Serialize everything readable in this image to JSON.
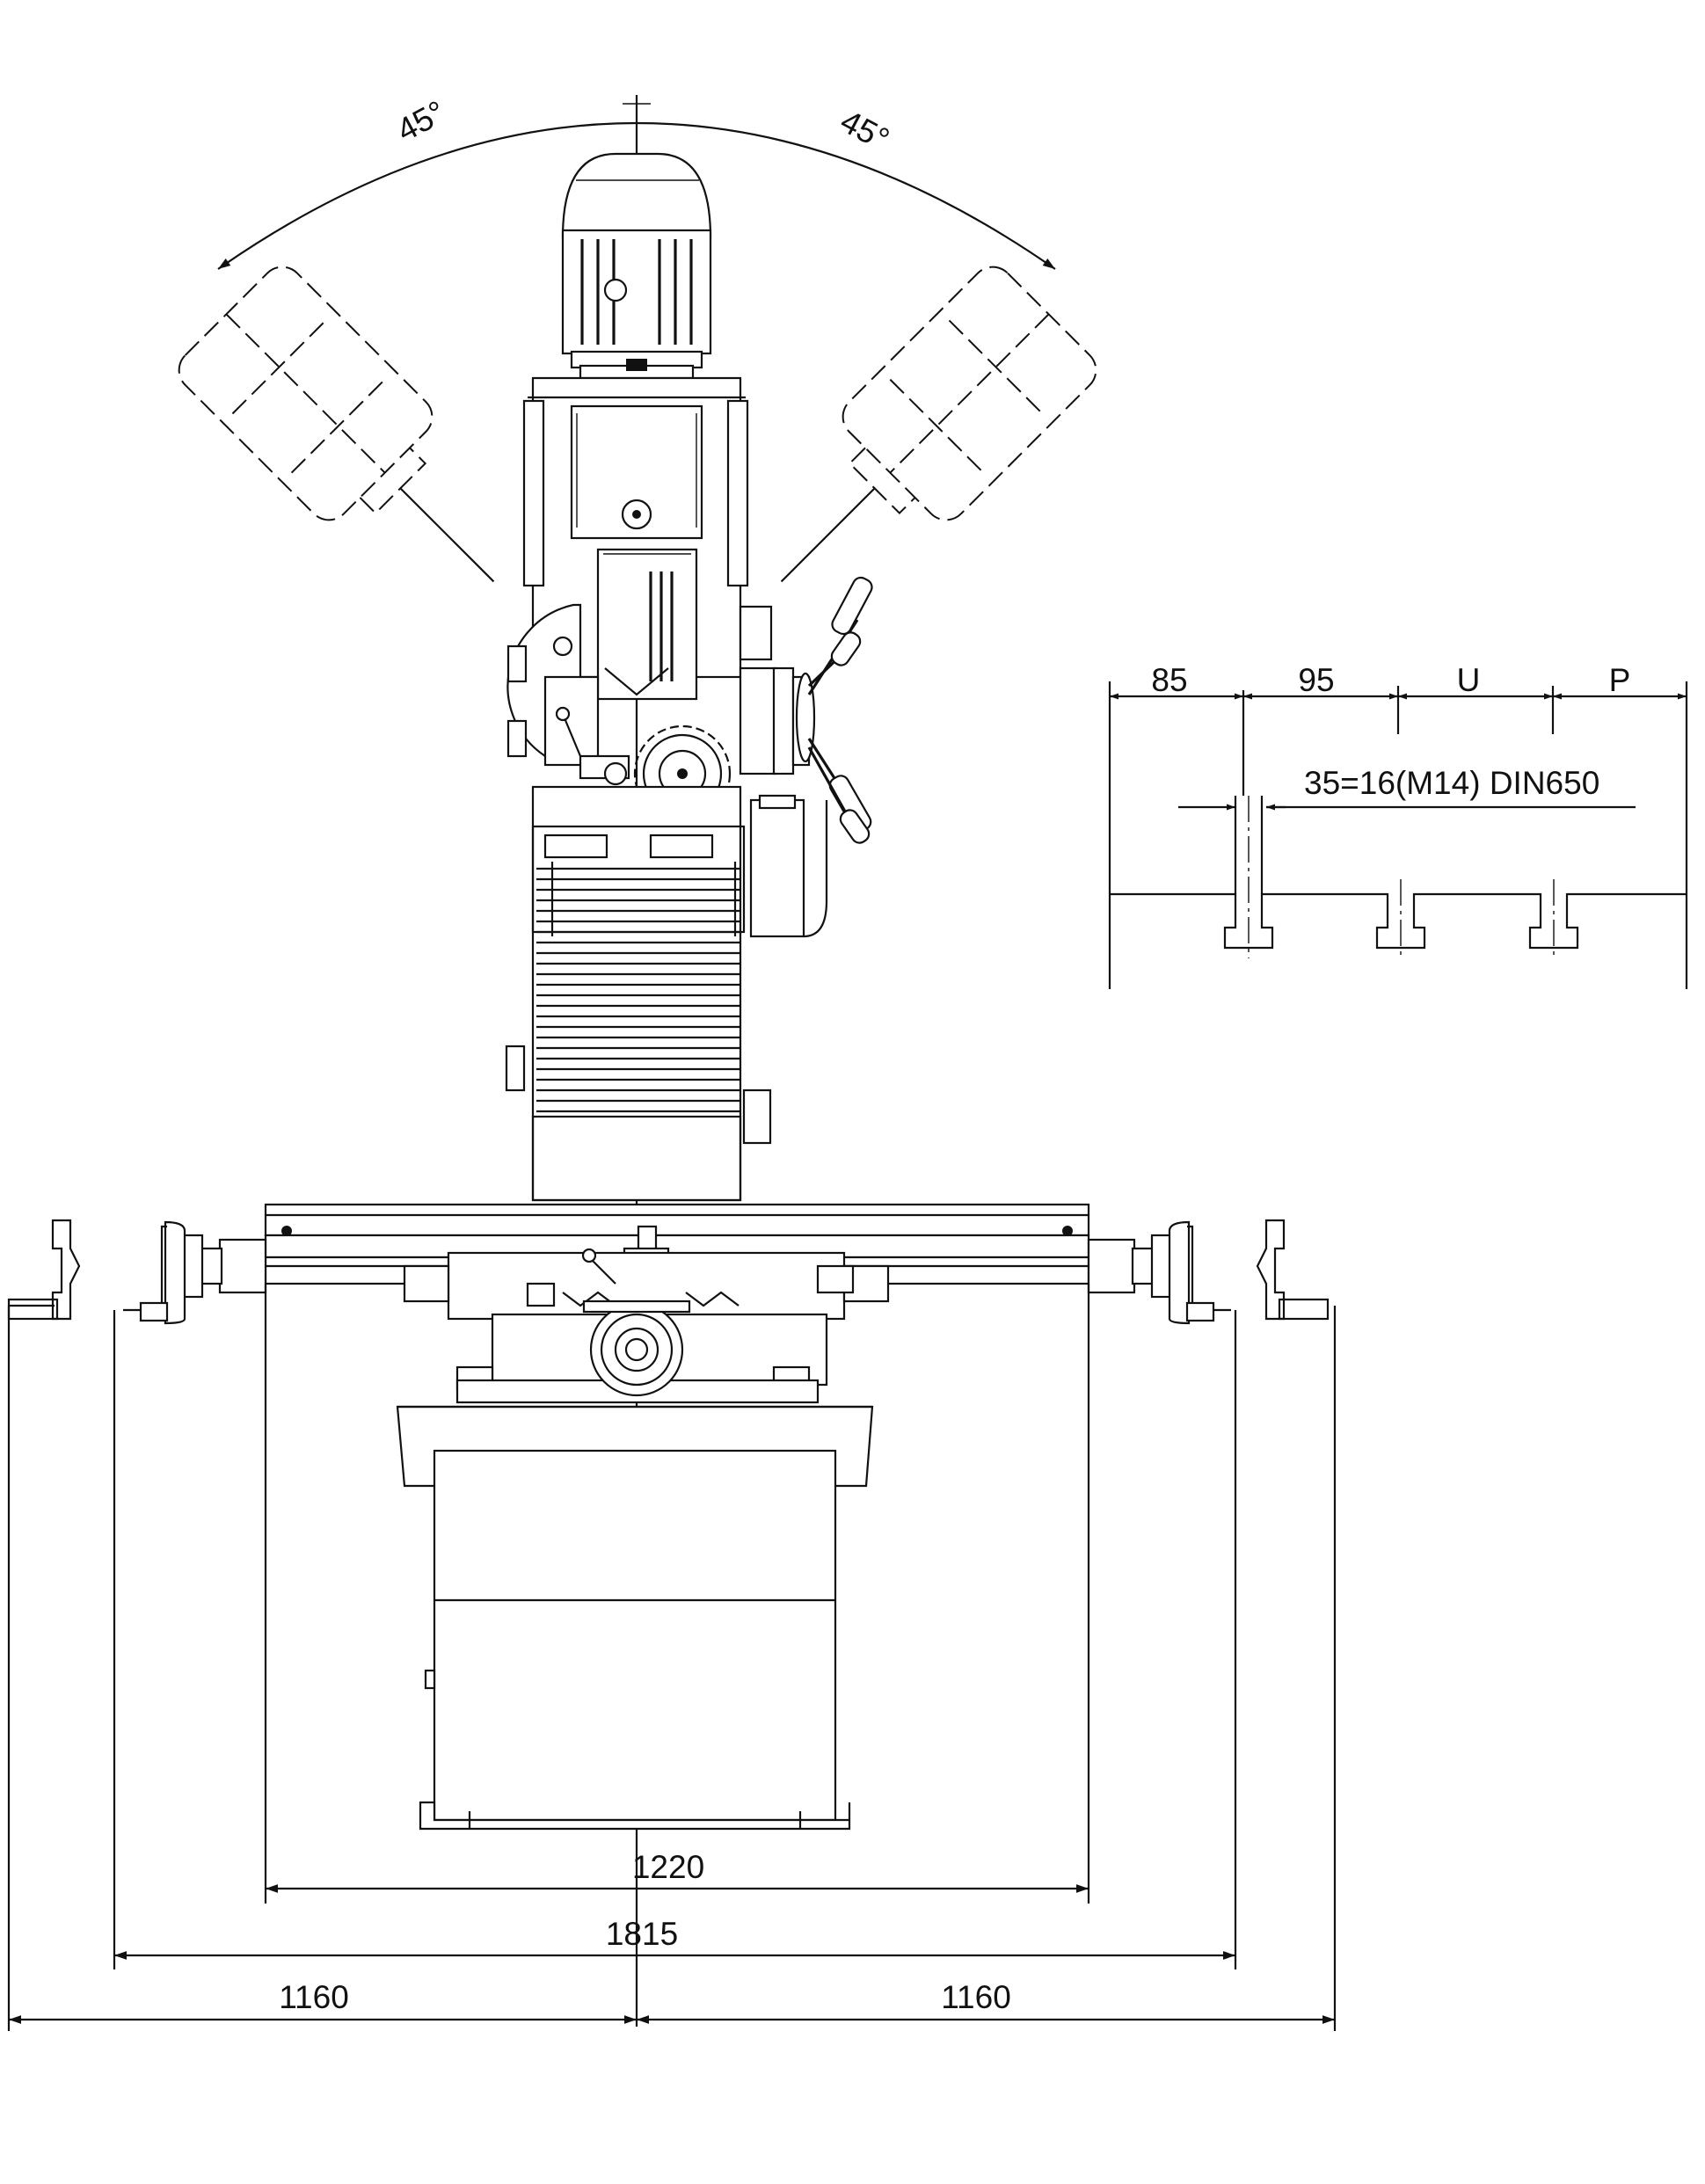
{
  "labels": {
    "angle_left": "45°",
    "angle_right": "45°",
    "slot_w1": "85",
    "slot_w2": "95",
    "slot_w3": "U",
    "slot_w4": "P",
    "slot_spec": "35=16(M14) DIN650",
    "table_length": "1220",
    "table_travel": "1815",
    "overall_left": "1160",
    "overall_right": "1160"
  }
}
